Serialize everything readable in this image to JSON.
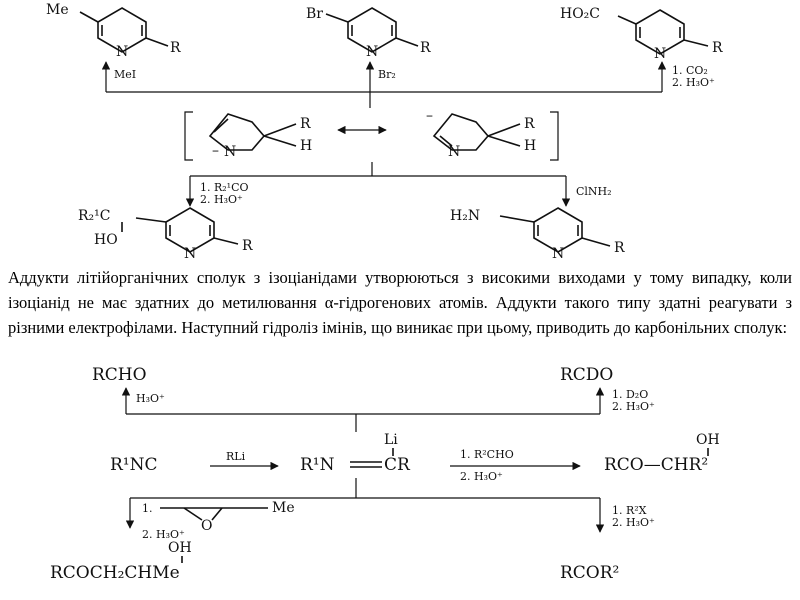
{
  "top_scheme": {
    "product_me": {
      "substituent": "Me",
      "n": "N",
      "r": "R"
    },
    "product_br": {
      "substituent": "Br",
      "n": "N",
      "r": "R"
    },
    "product_acid": {
      "substituent": "HO₂C",
      "n": "N",
      "r": "R"
    },
    "reagent_mei": "MeI",
    "reagent_br2": "Br₂",
    "reagent_co2_1": "1. CO₂",
    "reagent_co2_2": "2. H₃O⁺",
    "intermediate": {
      "n_left": "N",
      "r_left": "R",
      "h_left": "H",
      "n_right": "N",
      "r_right": "R",
      "h_right": "H",
      "minus": "–"
    },
    "reagent_r2co_1": "1. R₂¹CO",
    "reagent_r2co_2": "2. H₃O⁺",
    "reagent_clnh2": "ClNH₂",
    "product_alcohol": {
      "r2c": "R₂¹C",
      "ho": "HO",
      "n": "N",
      "r": "R"
    },
    "product_amine": {
      "h2n": "H₂N",
      "n": "N",
      "r": "R"
    }
  },
  "paragraph": "Аддукти літійорганічних сполук з ізоціанідами утворюються з високими виходами у тому випадку, коли ізоціанід не має здатних до метилювання α-гідрогенових атомів. Аддукти такого типу здатні реагувати з різними електрофілами. Наступний гідроліз імінів, що виникає при цьому, приводить до карбонільних сполук:",
  "bottom_scheme": {
    "rcho": "RCHO",
    "reagent_h3o": "H₃O⁺",
    "rcdo": "RCDO",
    "reagent_d2o_1": "1. D₂O",
    "reagent_d2o_2": "2. H₃O⁺",
    "r1nc": "R¹NC",
    "reagent_rli": "RLi",
    "li": "Li",
    "imine_left": "R¹N",
    "imine_right": "CR",
    "reagent_r2cho_1": "1. R²CHO",
    "reagent_r2cho_2": "2. H₃O⁺",
    "oh_top": "OH",
    "ketol": "RCO—CHR²",
    "epoxide_step": "1.",
    "epoxide_o": "O",
    "epoxide_me": "Me",
    "epoxide_step2": "2. H₃O⁺",
    "oh_bottom": "OH",
    "hydroxyketone": "RCOCH₂CHMe",
    "reagent_r2x_1": "1. R²X",
    "reagent_r2x_2": "2. H₃O⁺",
    "ketone": "RCOR²"
  }
}
